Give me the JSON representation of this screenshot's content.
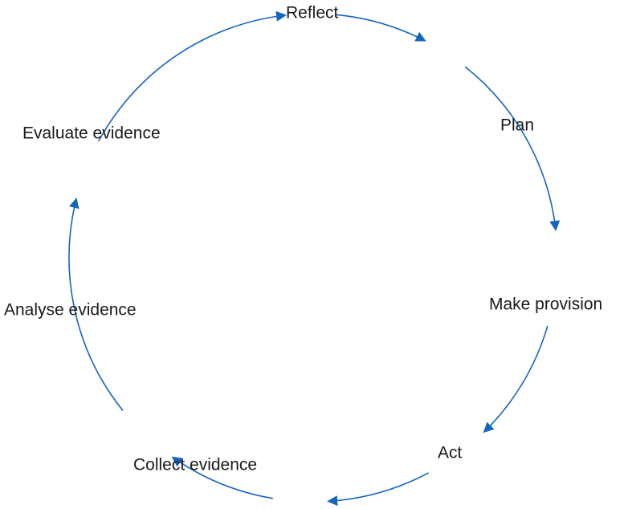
{
  "diagram": {
    "type": "cycle",
    "stroke_color": "#1565c0",
    "text_color": "#1a1a1a",
    "nodes": [
      {
        "label": "Reflect"
      },
      {
        "label": "Plan"
      },
      {
        "label": "Make provision"
      },
      {
        "label": "Act"
      },
      {
        "label": "Collect evidence"
      },
      {
        "label": "Analyse evidence"
      },
      {
        "label": "Evaluate evidence"
      }
    ],
    "edges": [
      {
        "from": "Reflect",
        "to": "Plan"
      },
      {
        "from": "Plan",
        "to": "Make provision"
      },
      {
        "from": "Make provision",
        "to": "Act"
      },
      {
        "from": "Act",
        "to": "Collect evidence"
      },
      {
        "from": "Collect evidence",
        "to": "Analyse evidence"
      },
      {
        "from": "Analyse evidence",
        "to": "Evaluate evidence"
      },
      {
        "from": "Evaluate evidence",
        "to": "Reflect"
      }
    ]
  }
}
